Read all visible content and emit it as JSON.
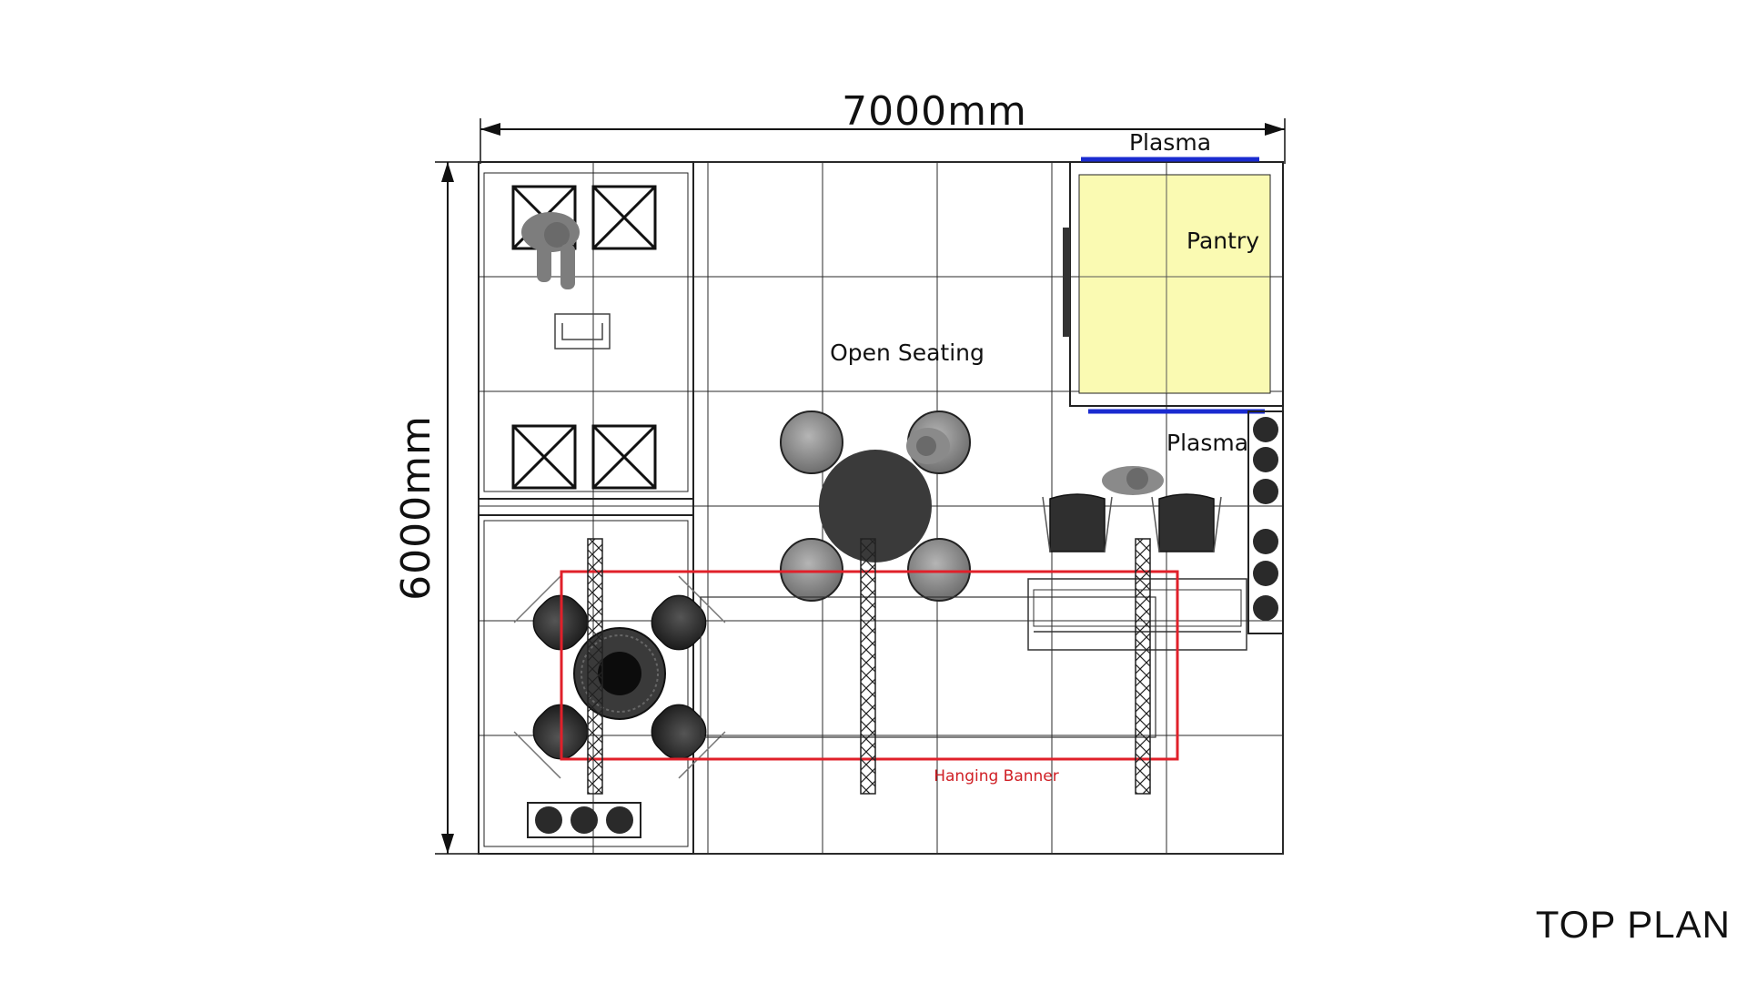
{
  "dimensions": {
    "width_label": "7000mm",
    "height_label": "6000mm"
  },
  "labels": {
    "plasma_top": "Plasma",
    "pantry": "Pantry",
    "open_seating": "Open Seating",
    "plasma_side": "Plasma",
    "hanging_banner": "Hanging Banner"
  },
  "title": "TOP PLAN",
  "colors": {
    "pantry_fill": "#fafab2",
    "plasma": "#1a2bd0",
    "banner": "#e0202a",
    "furniture_dark": "#3a3a3a",
    "furniture_light": "#8c8c8c",
    "grid": "#2a2a2a"
  },
  "icons": [
    "person-icon",
    "chair-icon",
    "round-table-icon",
    "truss-icon",
    "plant-icon",
    "display-stand-icon"
  ]
}
